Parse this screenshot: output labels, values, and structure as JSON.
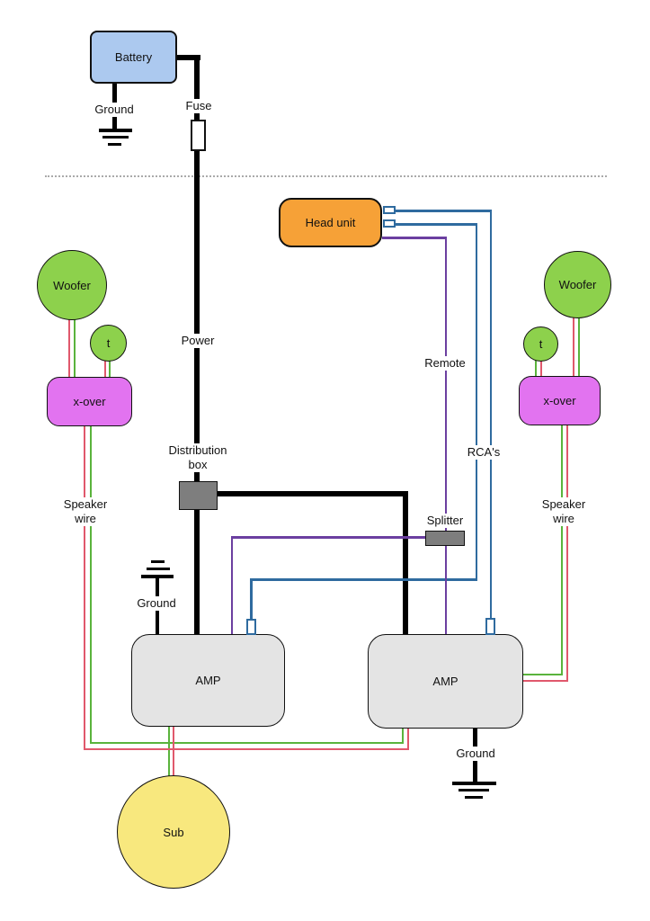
{
  "colors": {
    "wire-black": "#000000",
    "wire-green": "#5ab33c",
    "wire-red": "#e0586c",
    "wire-blue": "#2f6b9f",
    "wire-purple": "#6b3fa0",
    "battery-fill": "#acc9ef",
    "headunit-fill": "#f6a137",
    "speaker-fill": "#8dd14c",
    "xover-fill": "#e273f0",
    "sub-fill": "#f8e87e",
    "amp-fill": "#e4e4e4",
    "graybox-fill": "#7e7e7e"
  },
  "nodes": {
    "battery": "Battery",
    "fuse": "Fuse",
    "head_unit": "Head unit",
    "woofer_left": "Woofer",
    "tweeter_left": "t",
    "xover_left": "x-over",
    "woofer_right": "Woofer",
    "tweeter_right": "t",
    "xover_right": "x-over",
    "distribution_box_line1": "Distribution",
    "distribution_box_line2": "box",
    "splitter": "Splitter",
    "amp_left": "AMP",
    "amp_right": "AMP",
    "sub": "Sub"
  },
  "wire_labels": {
    "power": "Power",
    "remote": "Remote",
    "rcas": "RCA's",
    "speaker_wire_left_line1": "Speaker",
    "speaker_wire_left_line2": "wire",
    "speaker_wire_right_line1": "Speaker",
    "speaker_wire_right_line2": "wire",
    "ground_battery": "Ground",
    "ground_amp_left": "Ground",
    "ground_amp_right": "Ground"
  }
}
